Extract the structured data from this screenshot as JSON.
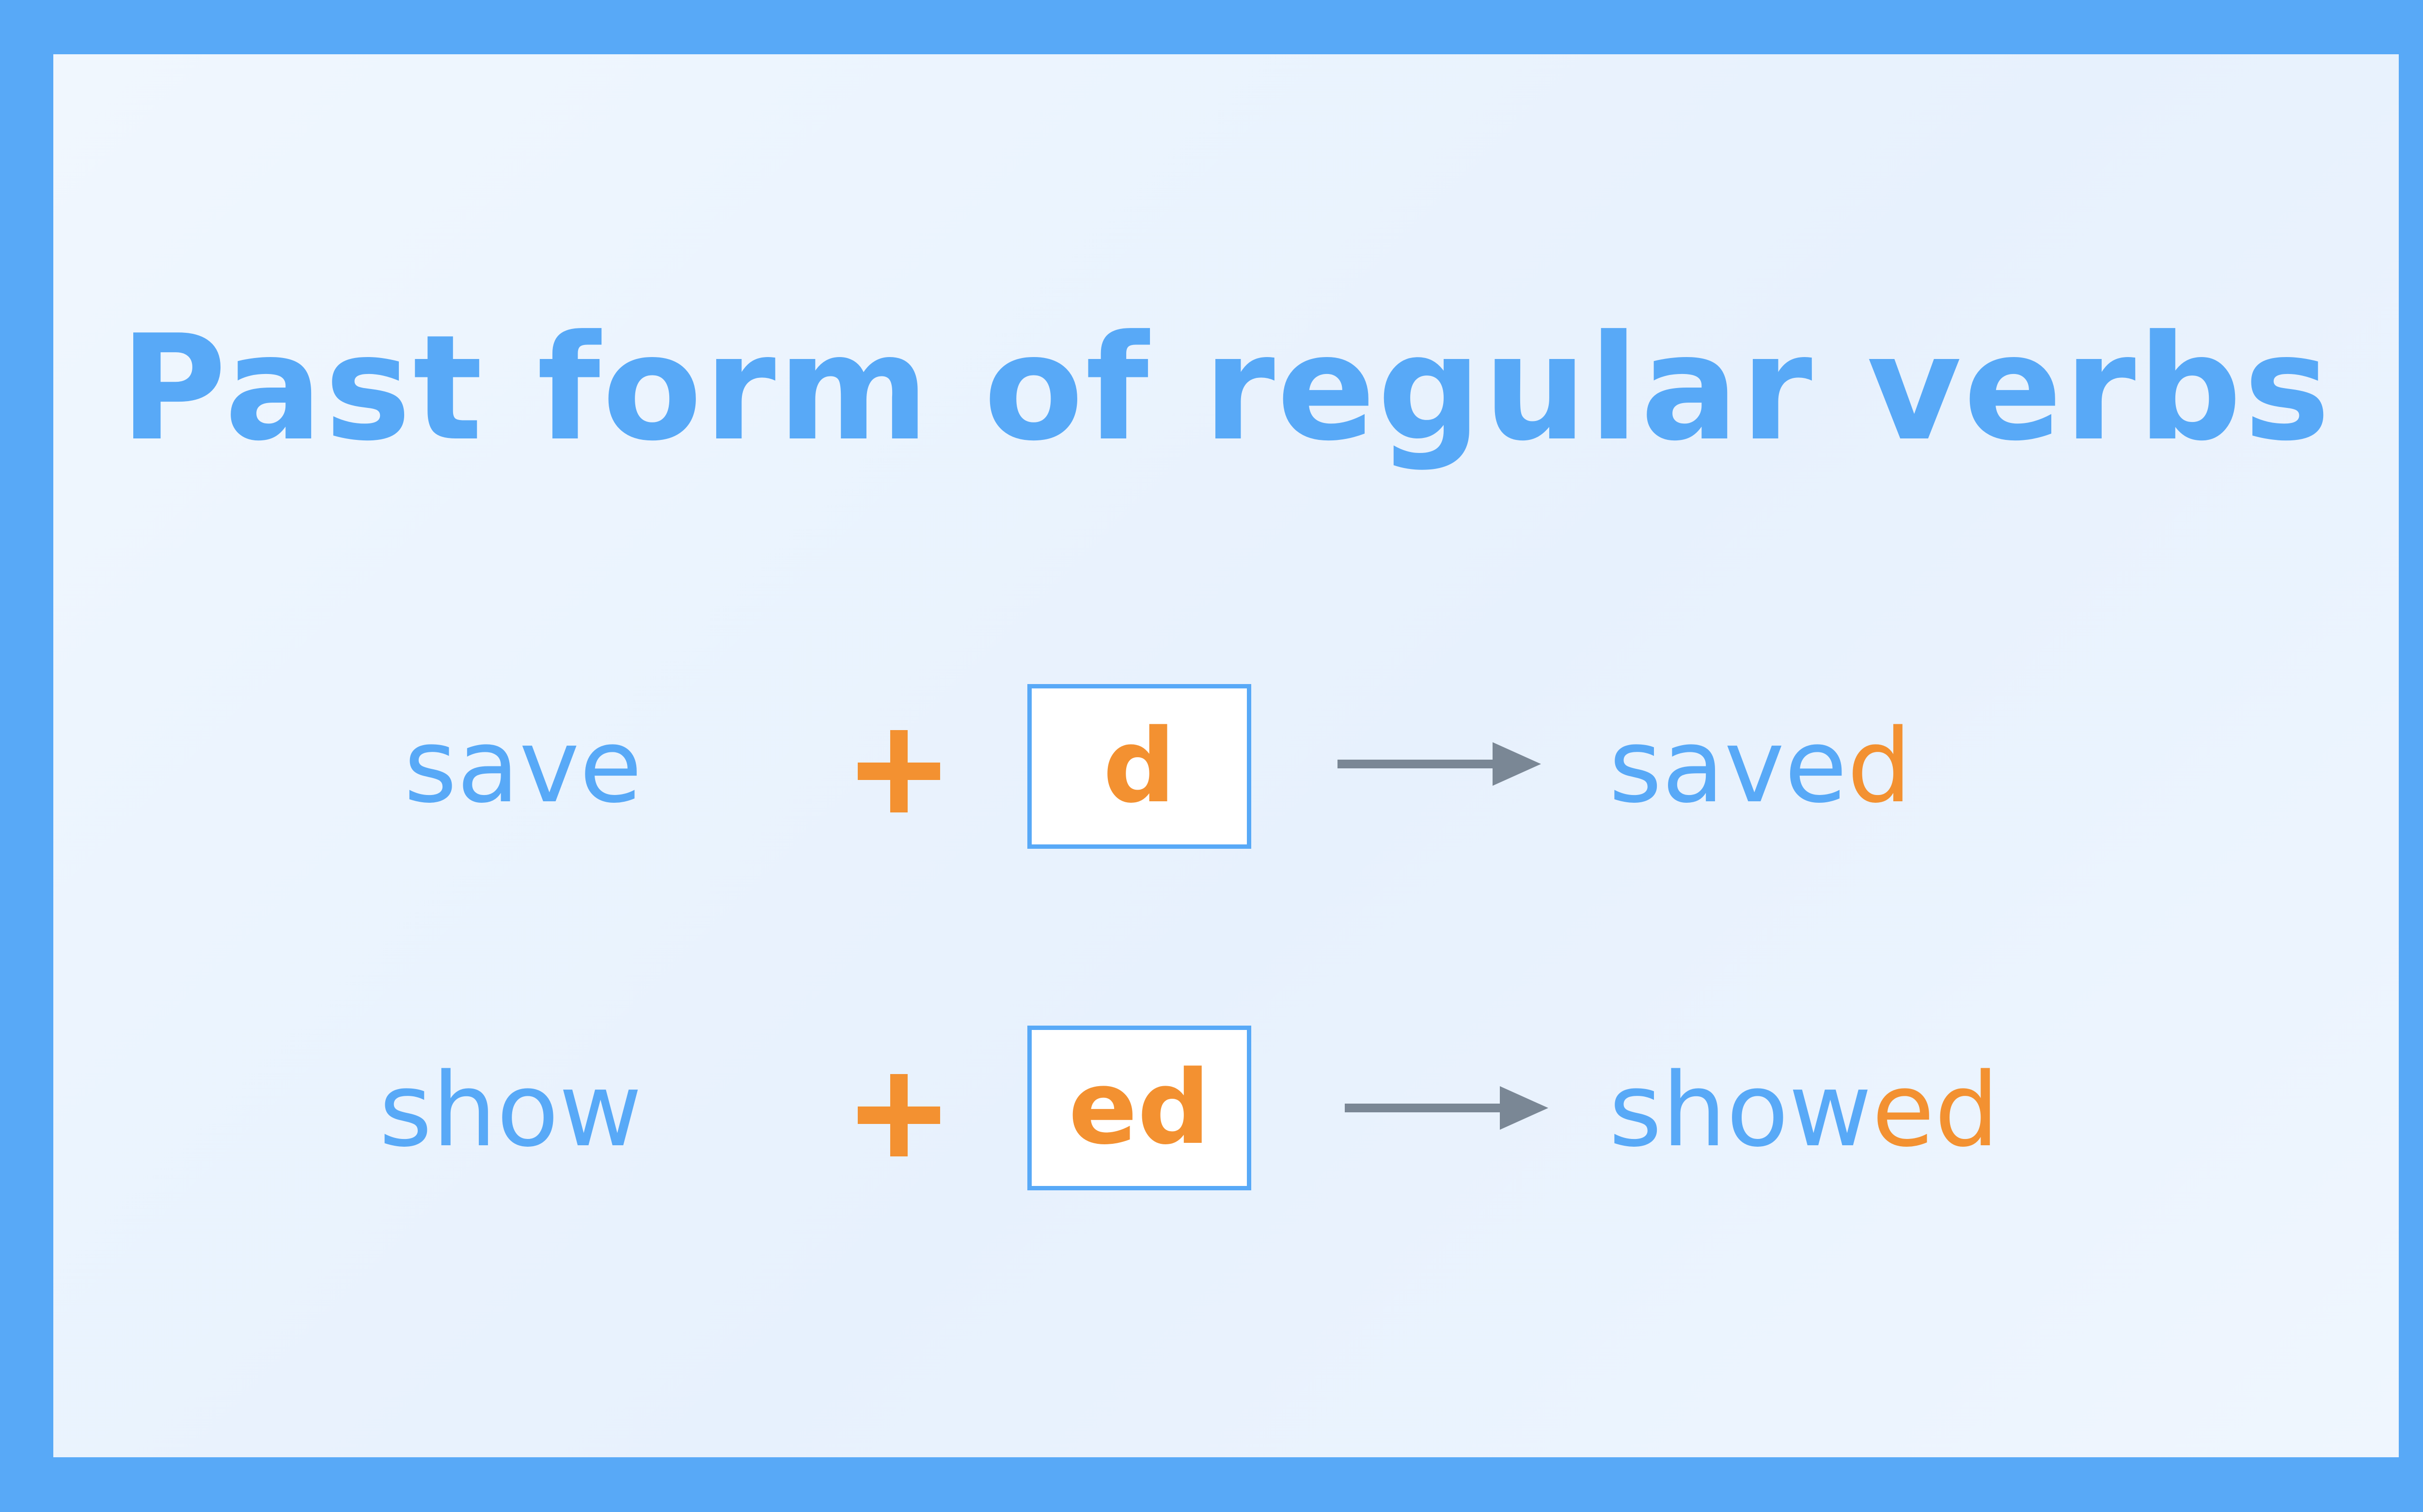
{
  "title": "Past form of regular verbs",
  "rows": [
    {
      "base": "save",
      "suffix": "d",
      "result_stem": "save",
      "result_ending": "d"
    },
    {
      "base": "show",
      "suffix": "ed",
      "result_stem": "show",
      "result_ending": "ed"
    }
  ],
  "colors": {
    "frame": "#58A9F7",
    "text_blue": "#58A9F7",
    "accent_orange": "#F39131",
    "arrow_gray": "#7A8795",
    "box_fill": "#FFFFFF"
  },
  "icons": {
    "plus": "plus-icon",
    "arrow": "arrow-right-icon"
  }
}
